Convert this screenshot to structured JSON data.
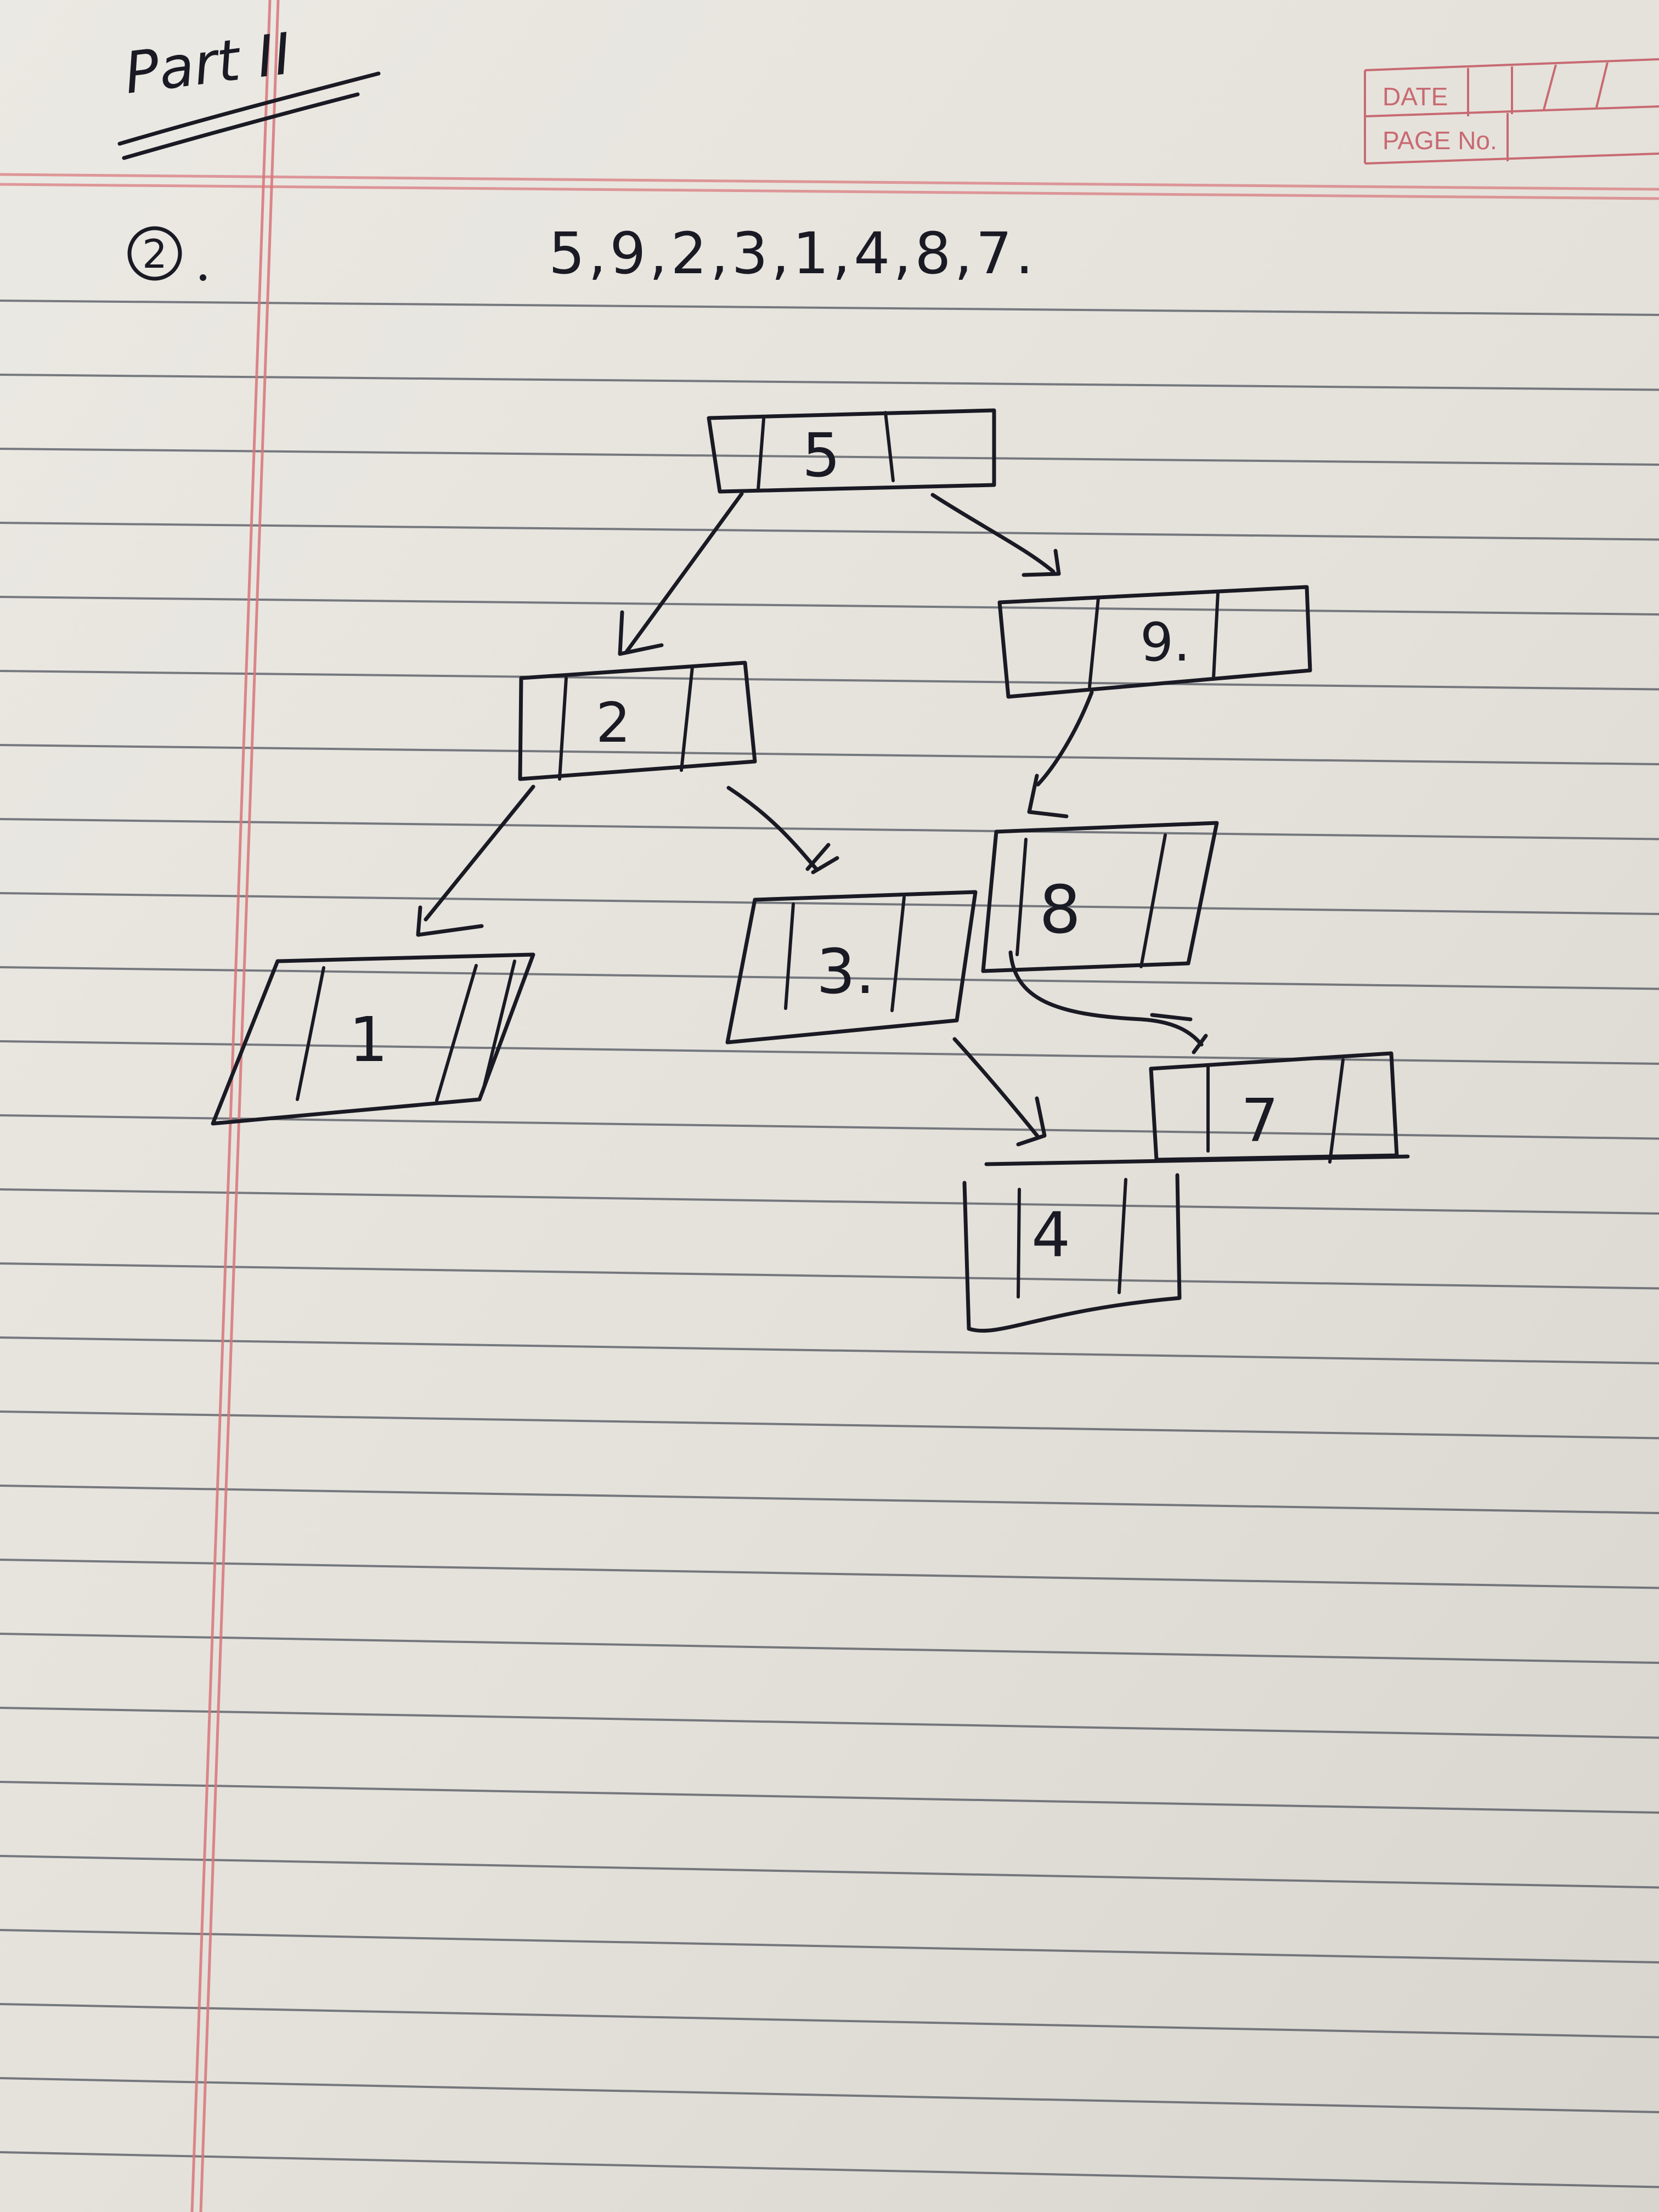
{
  "header": {
    "title": "Part II",
    "stamp_date_label": "DATE",
    "stamp_page_label": "PAGE No."
  },
  "question": {
    "number": "2",
    "sequence": "5,9,2,3,1,4,8,7."
  },
  "tree": {
    "nodes": [
      {
        "id": "n5",
        "value": "5"
      },
      {
        "id": "n9",
        "value": "9."
      },
      {
        "id": "n2",
        "value": "2"
      },
      {
        "id": "n1",
        "value": "1"
      },
      {
        "id": "n3",
        "value": "3."
      },
      {
        "id": "n8",
        "value": "8"
      },
      {
        "id": "n7",
        "value": "7"
      },
      {
        "id": "n4",
        "value": "4"
      }
    ],
    "edges": [
      {
        "from": "5",
        "to": "2"
      },
      {
        "from": "5",
        "to": "9"
      },
      {
        "from": "2",
        "to": "1"
      },
      {
        "from": "2",
        "to": "3"
      },
      {
        "from": "9",
        "to": "8"
      },
      {
        "from": "3",
        "to": "4"
      },
      {
        "from": "8",
        "to": "7"
      }
    ]
  },
  "colors": {
    "paper": "#e6e3dc",
    "ink": "#1a1a24",
    "rule": "#4a4f5a",
    "margin": "#d9757a"
  }
}
